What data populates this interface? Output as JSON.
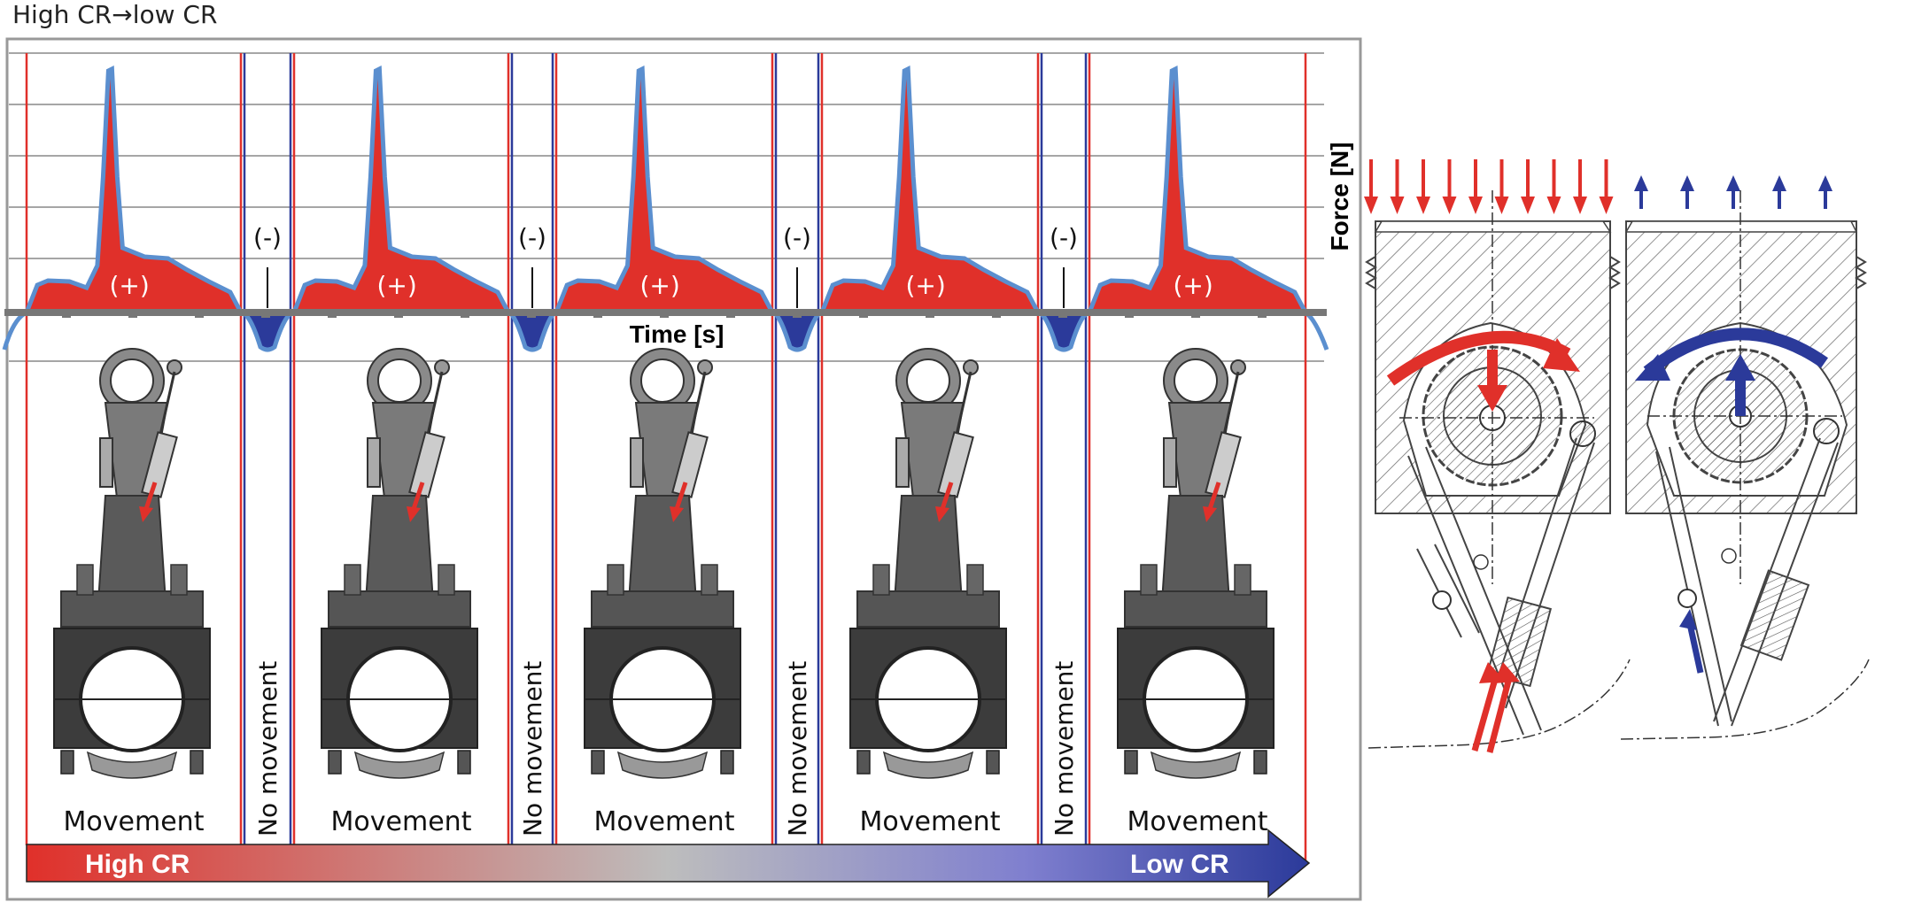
{
  "title": "High CR→low CR",
  "axes": {
    "time_label": "Time [s]",
    "force_label": "Force [N]"
  },
  "phases": [
    {
      "kind": "movement",
      "label": "Movement",
      "sign": "(+)"
    },
    {
      "kind": "hold",
      "label": "No movement",
      "sign": "(-)"
    },
    {
      "kind": "movement",
      "label": "Movement",
      "sign": "(+)"
    },
    {
      "kind": "hold",
      "label": "No movement",
      "sign": "(-)"
    },
    {
      "kind": "movement",
      "label": "Movement",
      "sign": "(+)"
    },
    {
      "kind": "hold",
      "label": "No movement",
      "sign": "(-)"
    },
    {
      "kind": "movement",
      "label": "Movement",
      "sign": "(+)"
    },
    {
      "kind": "hold",
      "label": "No movement",
      "sign": "(-)"
    },
    {
      "kind": "movement",
      "label": "Movement",
      "sign": "(+)"
    }
  ],
  "gradient_bar": {
    "left_label": "High CR",
    "right_label": "Low CR"
  },
  "colors": {
    "red": "#e0302a",
    "blue": "#2b3a9a",
    "curve": "#5b8fcf",
    "rod": "#555555"
  },
  "icons": [
    "connecting-rod-icon",
    "piston-section-icon",
    "force-arrow-down-icon",
    "force-arrow-up-icon"
  ]
}
